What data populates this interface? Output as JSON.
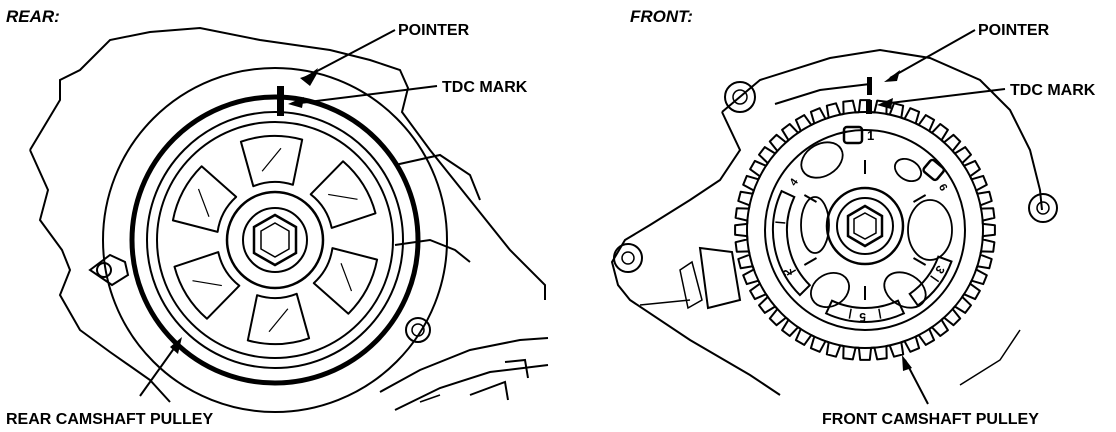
{
  "left": {
    "heading": "REAR:",
    "pointer_label": "POINTER",
    "tdc_label": "TDC MARK",
    "pulley_label": "REAR CAMSHAFT PULLEY"
  },
  "right": {
    "heading": "FRONT:",
    "pointer_label": "POINTER",
    "tdc_label": "TDC MARK",
    "pulley_label": "FRONT CAMSHAFT PULLEY",
    "pulley_numbers": [
      "1",
      "6",
      "4",
      "2",
      "5",
      "3"
    ]
  },
  "colors": {
    "ink": "#000000",
    "paper": "#ffffff"
  }
}
